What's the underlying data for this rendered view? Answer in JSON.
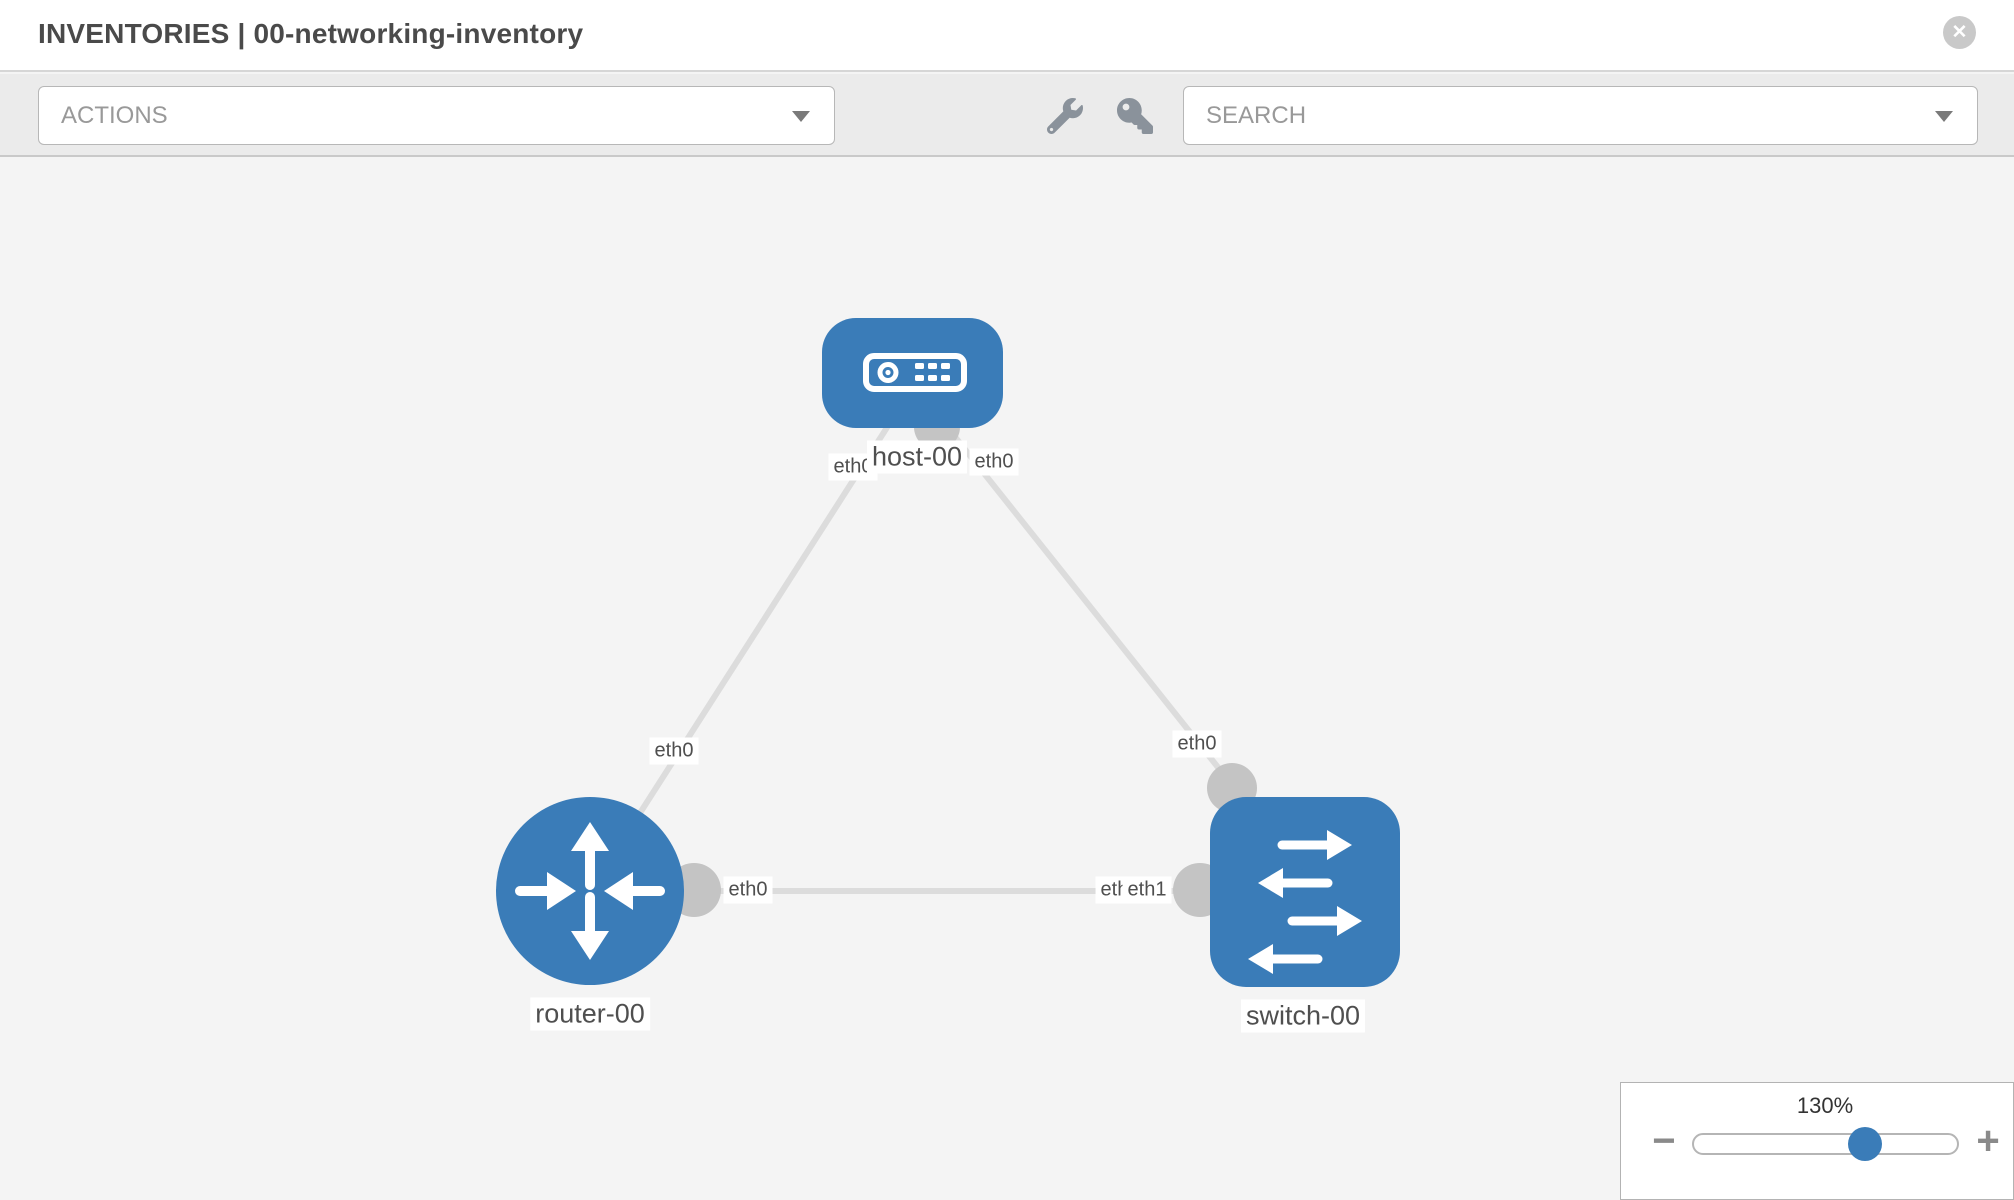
{
  "header": {
    "title": "INVENTORIES | 00-networking-inventory",
    "close_label": "✕"
  },
  "toolbar": {
    "actions_label": "ACTIONS",
    "search_placeholder": "SEARCH",
    "icons": [
      "wrench",
      "key"
    ]
  },
  "topology": {
    "nodes": [
      {
        "id": "host-00",
        "type": "host",
        "label": "host-00"
      },
      {
        "id": "router-00",
        "type": "router",
        "label": "router-00"
      },
      {
        "id": "switch-00",
        "type": "switch",
        "label": "switch-00"
      }
    ],
    "links": [
      {
        "a": "host-00",
        "b": "router-00",
        "a_iface": "eth0",
        "b_iface": "eth0"
      },
      {
        "a": "host-00",
        "b": "switch-00",
        "a_iface": "eth0",
        "b_iface": "eth0"
      },
      {
        "a": "router-00",
        "b": "switch-00",
        "a_iface": "eth0",
        "b_iface_stack": [
          "eth0",
          "eth1"
        ]
      }
    ]
  },
  "zoom_control": {
    "value": "130%",
    "minus_label": "−",
    "plus_label": "+"
  },
  "colors": {
    "node_blue": "#3a7cb8",
    "edge_gray": "#dcdcdc",
    "connector_gray": "#c4c4c4",
    "toolbar_bg": "#ebebeb",
    "canvas_bg": "#f4f4f4"
  }
}
